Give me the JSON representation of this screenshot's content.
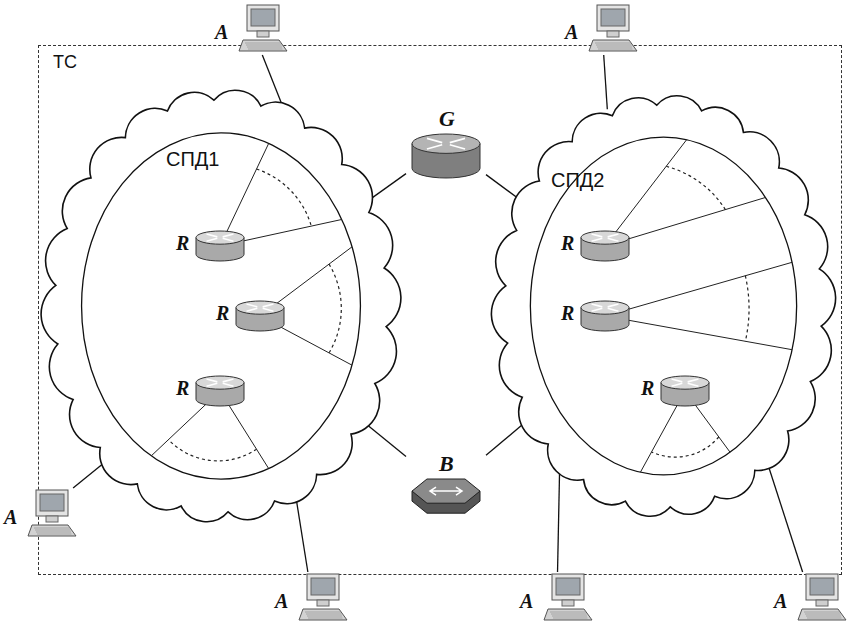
{
  "diagram": {
    "nodes": [
      {
        "text": [
          "ТС"
        ]
      },
      {
        "text": [
          "СПД1"
        ],
        "in": 0
      },
      {
        "text": [
          "СПД2"
        ],
        "in": 0
      },
      {
        "text": [
          "R"
        ],
        "in": 1
      },
      {
        "text": [
          "R"
        ],
        "in": 1
      },
      {
        "text": [
          "R"
        ],
        "in": 1
      },
      {
        "text": [
          "R"
        ],
        "in": 2
      },
      {
        "text": [
          "R"
        ],
        "in": 2
      },
      {
        "text": [
          "R"
        ],
        "in": 2
      },
      {
        "text": [
          "G"
        ],
        "in": 0
      },
      {
        "text": [
          "B"
        ],
        "in": 0
      },
      {
        "text": [
          "A"
        ]
      },
      {
        "text": [
          "A"
        ]
      },
      {
        "text": [
          "A"
        ]
      },
      {
        "text": [
          "A"
        ]
      },
      {
        "text": [
          "A"
        ]
      },
      {
        "text": [
          "A"
        ]
      }
    ],
    "edges": [
      {
        "from": 9,
        "to": 1,
        "arrow": "none"
      },
      {
        "from": 9,
        "to": 2,
        "arrow": "none"
      },
      {
        "from": 10,
        "to": 1,
        "arrow": "none"
      },
      {
        "from": 10,
        "to": 2,
        "arrow": "none"
      },
      {
        "from": 11,
        "to": 1,
        "arrow": "none"
      },
      {
        "from": 12,
        "to": 2,
        "arrow": "none"
      },
      {
        "from": 13,
        "to": 1,
        "arrow": "none"
      },
      {
        "from": 14,
        "to": 1,
        "arrow": "none"
      },
      {
        "from": 15,
        "to": 2,
        "arrow": "none"
      },
      {
        "from": 16,
        "to": 2,
        "arrow": "none"
      }
    ]
  }
}
